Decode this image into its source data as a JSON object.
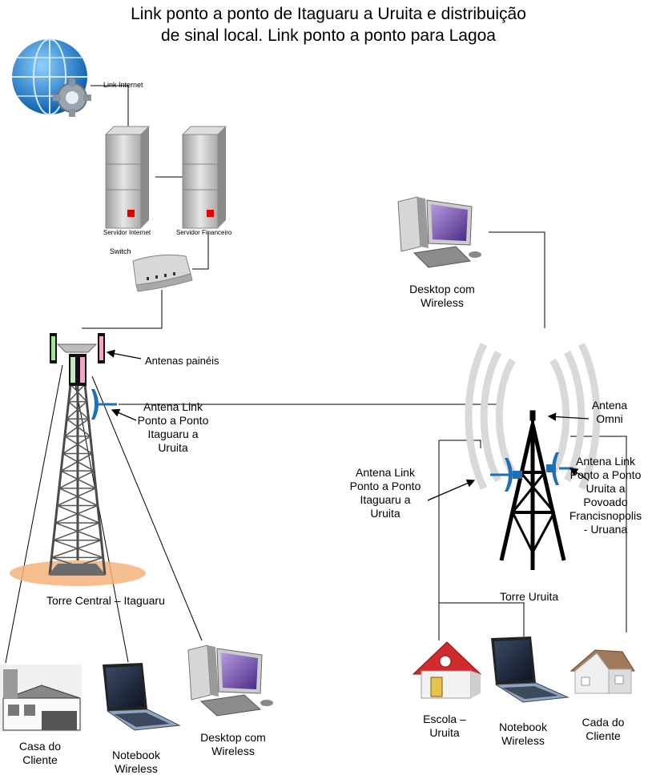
{
  "title": {
    "line1": "Link ponto a ponto de Itaguaru a Uruita e distribuição",
    "line2": "de sinal local. Link ponto a ponto para Lagoa"
  },
  "labels": {
    "link_internet": "Link Internet",
    "servidor_internet": "Servidor Internet",
    "servidor_financeiro": "Servidor Financeiro",
    "switch": "Switch",
    "antenas_paineis": "Antenas painéis",
    "antena_link_itaguaru": [
      "Antena Link",
      "Ponto a Ponto",
      "Itaguaru a",
      "Uruita"
    ],
    "torre_central": "Torre Central – Itaguaru",
    "casa_cliente": [
      "Casa do",
      "Cliente"
    ],
    "notebook_left": [
      "Notebook",
      "Wireless"
    ],
    "desktop_left": [
      "Desktop com",
      "Wireless"
    ],
    "desktop_top": [
      "Desktop com",
      "Wireless"
    ],
    "antena_omni": [
      "Antena",
      "Omni"
    ],
    "antena_link_left_uruita": [
      "Antena Link",
      "Ponto a Ponto",
      "Itaguaru a",
      "Uruita"
    ],
    "antena_link_right_uruita": [
      "Antena Link",
      "Ponto a Ponto",
      "Uruita a",
      "Povoado",
      "Francisnopolis",
      "- Uruana"
    ],
    "torre_uruita": "Torre Uruita",
    "escola": [
      "Escola –",
      "Uruita"
    ],
    "notebook_right": [
      "Notebook",
      "Wireless"
    ],
    "cada_cliente": [
      "Cada do",
      "Cliente"
    ]
  },
  "colors": {
    "globe": "#1a7fd1",
    "server": "#b8b8b8",
    "server_led": "#e00000",
    "tower_left": "#2b2b2b",
    "tower_base": "#f4b27a",
    "tower_right": "#000000",
    "wifi_waves": "#d9d9d9",
    "antenna_blue": "#1f6fb5",
    "house_roof": "#d22b2b",
    "screen": "#6a3d9a"
  },
  "icons": [
    "globe-gear-icon",
    "server-icon",
    "switch-icon",
    "tower-icon",
    "antenna-icon",
    "desktop-icon",
    "notebook-icon",
    "house-icon",
    "wifi-icon"
  ]
}
